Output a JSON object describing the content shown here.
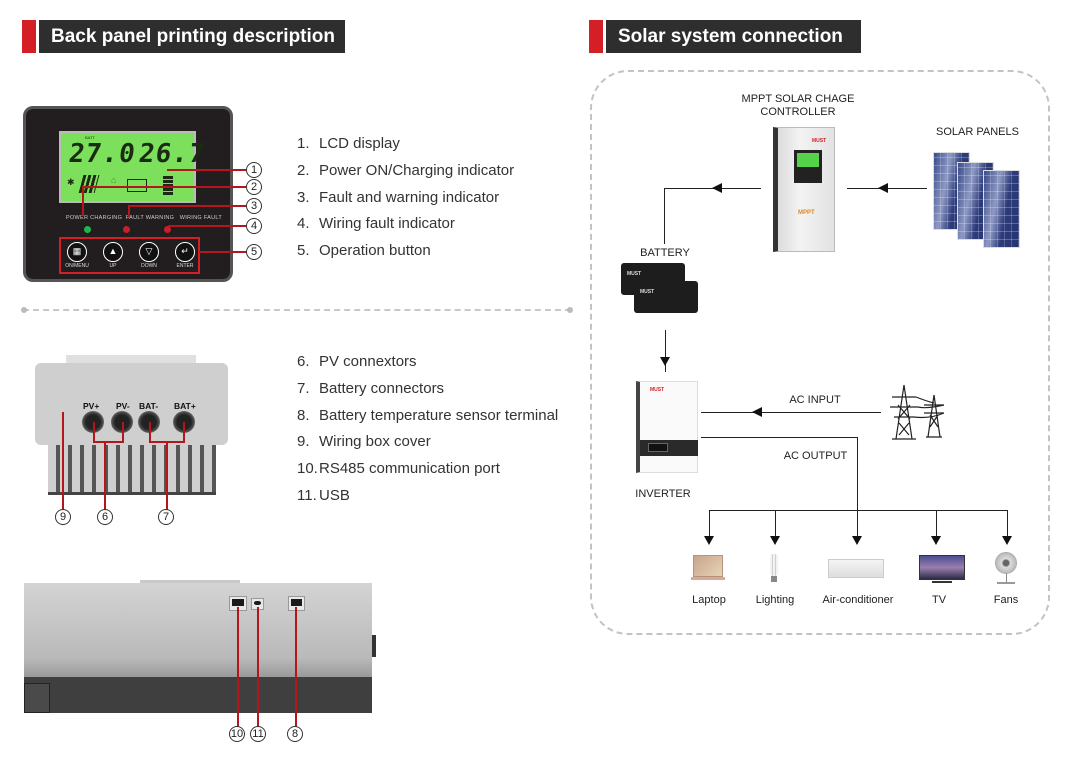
{
  "left_section": {
    "title": "Back panel printing description",
    "front_panel": {
      "lcd": {
        "left_value": "27.0",
        "right_value": "26.7",
        "label_batt": "BATT"
      },
      "indicator_labels": {
        "power": "POWER",
        "charging": "CHARGING",
        "fault": "FAULT",
        "warning": "WARNING",
        "wiring_fault": "WIRING FAULT"
      },
      "indicator_colors": {
        "power_charging": "#1fb54a",
        "fault_warning": "#c8202a",
        "wiring_fault": "#c8202a"
      },
      "buttons": [
        {
          "label": "ON/MENU",
          "icon": "menu-grid-icon",
          "glyph": "▦"
        },
        {
          "label": "UP",
          "icon": "triangle-up-icon",
          "glyph": "▲"
        },
        {
          "label": "DOWN",
          "icon": "triangle-down-icon",
          "glyph": "▽"
        },
        {
          "label": "ENTER",
          "icon": "enter-icon",
          "glyph": "↵"
        }
      ],
      "callouts": [
        "1",
        "2",
        "3",
        "4",
        "5"
      ]
    },
    "descriptions_top": [
      {
        "num": "1.",
        "text": "LCD display"
      },
      {
        "num": "2.",
        "text": "Power ON/Charging indicator"
      },
      {
        "num": "3.",
        "text": "Fault and warning indicator"
      },
      {
        "num": "4.",
        "text": "Wiring fault indicator"
      },
      {
        "num": "5.",
        "text": "Operation button"
      }
    ],
    "connector_view": {
      "labels": [
        "PV+",
        "PV-",
        "BAT-",
        "BAT+"
      ],
      "callouts": [
        "9",
        "6",
        "7"
      ]
    },
    "descriptions_bottom": [
      {
        "num": "6.",
        "text": "PV connextors"
      },
      {
        "num": "7.",
        "text": "Battery connectors"
      },
      {
        "num": "8.",
        "text": "Battery temperature sensor terminal"
      },
      {
        "num": "9.",
        "text": "Wiring box cover"
      },
      {
        "num": "10.",
        "text": "RS485 communication port"
      },
      {
        "num": "11.",
        "text": "USB"
      }
    ],
    "side_view": {
      "callouts": [
        "10",
        "11",
        "8"
      ]
    }
  },
  "right_section": {
    "title": "Solar system connection",
    "nodes": {
      "controller": {
        "label_line1": "MPPT SOLAR CHAGE",
        "label_line2": "CONTROLLER",
        "brand": "MUST",
        "badge": "MPPT"
      },
      "solar_panels": {
        "label": "SOLAR PANELS"
      },
      "battery": {
        "label": "BATTERY",
        "brand": "MUST"
      },
      "inverter": {
        "label": "INVERTER",
        "brand": "MUST"
      },
      "grid": {
        "label": "AC INPUT"
      },
      "ac_output": {
        "label": "AC OUTPUT"
      }
    },
    "loads": [
      {
        "label": "Laptop",
        "icon": "laptop-icon"
      },
      {
        "label": "Lighting",
        "icon": "light-bulb-icon"
      },
      {
        "label": "Air-conditioner",
        "icon": "air-conditioner-icon"
      },
      {
        "label": "TV",
        "icon": "tv-icon"
      },
      {
        "label": "Fans",
        "icon": "fan-icon"
      }
    ]
  }
}
